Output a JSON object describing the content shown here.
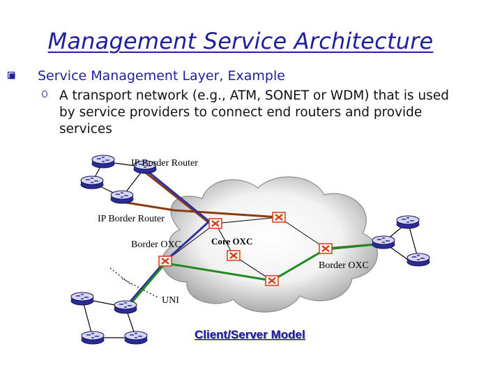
{
  "title": "Management Service Architecture",
  "bullets": {
    "level1": "Service Management Layer, Example",
    "level2": "A transport network (e.g., ATM, SONET or WDM) that is used by service providers to connect end routers and provide services"
  },
  "diagram": {
    "labels": {
      "ip_border_router_top": "IP Border Router",
      "ip_border_router_left": "IP Border Router",
      "border_oxc_left": "Border OXC",
      "core_oxc": "Core OXC",
      "border_oxc_right": "Border OXC",
      "uni": "UNI"
    },
    "caption": "Client/Server Model",
    "colors": {
      "cloud": "#b8b8b8",
      "oxc": "#d83a10",
      "link_brown": "#8b3a10",
      "link_blue": "#3030a0",
      "link_green": "#1f8a1f",
      "router": "#2b2b9a"
    }
  }
}
